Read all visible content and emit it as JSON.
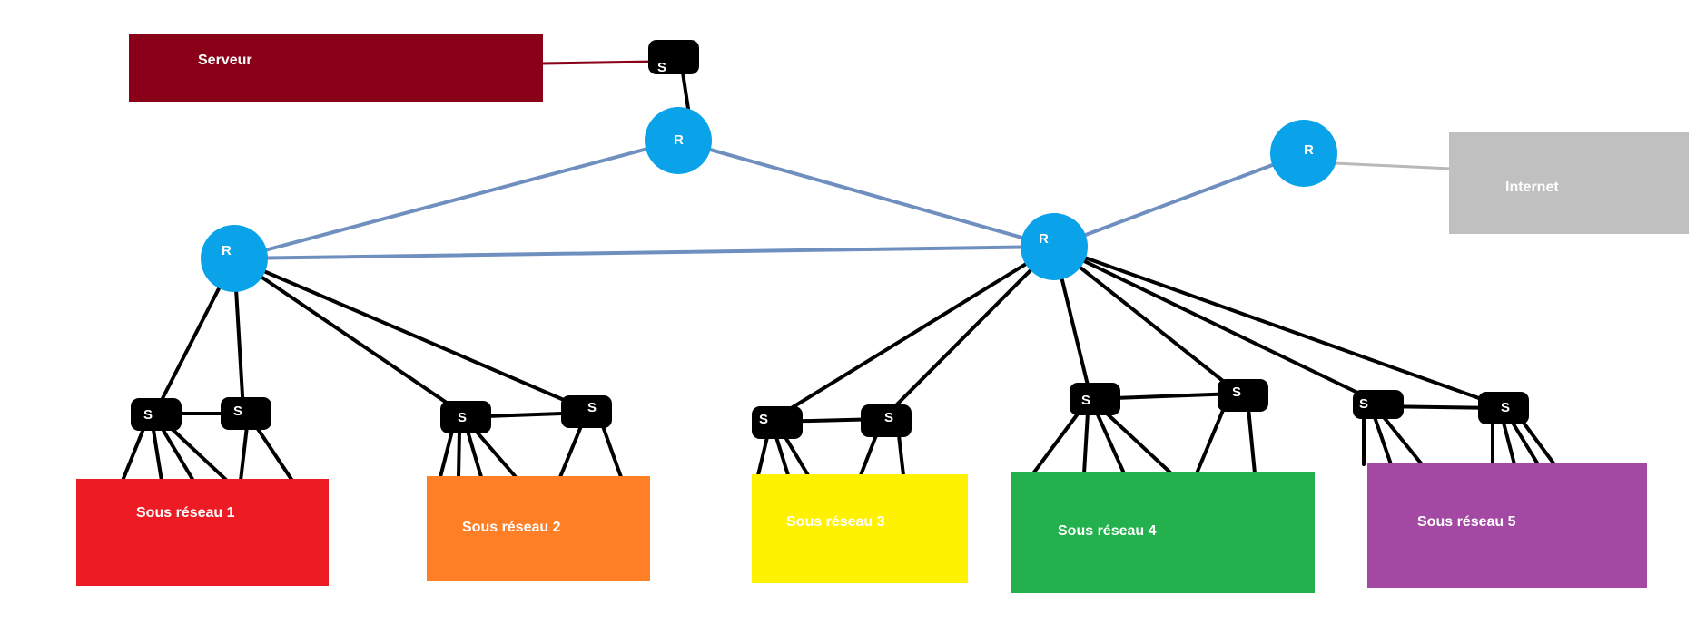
{
  "server": {
    "label": "Serveur",
    "color": "#8a0018"
  },
  "internet": {
    "label": "Internet",
    "color": "#c0c0c0"
  },
  "router_label": "R",
  "switch_label": "S",
  "router_color": "#0aa2e8",
  "link_colors": {
    "backbone": "#6f8fbf",
    "access": "#000000"
  },
  "subnets": [
    {
      "label": "Sous réseau 1",
      "color": "#ed1c24"
    },
    {
      "label": "Sous réseau 2",
      "color": "#ff7f27"
    },
    {
      "label": "Sous réseau 3",
      "color": "#fff200"
    },
    {
      "label": "Sous réseau 4",
      "color": "#22b14c"
    },
    {
      "label": "Sous réseau 5",
      "color": "#a349a4"
    }
  ]
}
